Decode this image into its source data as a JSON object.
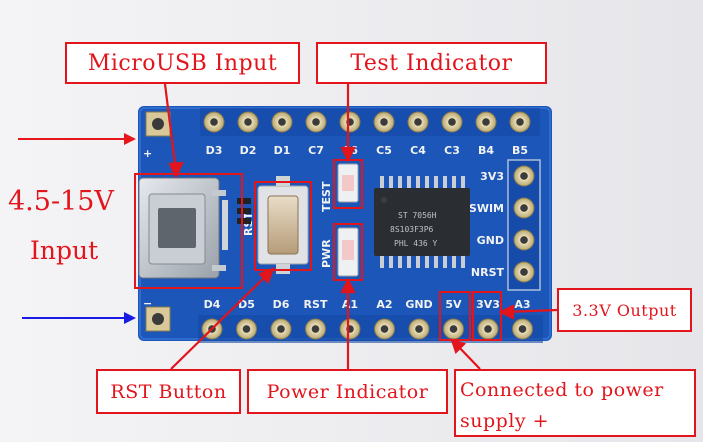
{
  "callouts": {
    "microusb_input": "MicroUSB Input",
    "test_indicator": "Test Indicator",
    "voltage_range": "4.5-15V",
    "input": "Input",
    "output_33v": "3.3V Output",
    "rst_button": "RST Button",
    "power_indicator": "Power Indicator",
    "connected_power": "Connected to power supply +"
  },
  "silkscreen": {
    "top_row": [
      "D3",
      "D2",
      "D1",
      "C7",
      "C6",
      "C5",
      "C4",
      "C3",
      "B4",
      "B5"
    ],
    "bottom_row": [
      "D4",
      "D5",
      "D6",
      "RST",
      "A1",
      "A2",
      "GND",
      "5V",
      "3V3",
      "A3"
    ],
    "right_col": [
      "3V3",
      "SWIM",
      "GND",
      "NRST"
    ],
    "plus": "+",
    "minus": "−",
    "rst": "RST",
    "test": "TEST",
    "pwr": "PWR"
  },
  "chip_marking": [
    "ST 7056H",
    "8S103F3P6",
    "PHL 436 Y"
  ],
  "colors": {
    "board": "#1b56b8",
    "callout": "#e2141c",
    "power_arrow": "#e8151b",
    "ground_arrow": "#1a1ae6",
    "pad_gold": "#d9c99a",
    "chip": "#2a2d31"
  }
}
